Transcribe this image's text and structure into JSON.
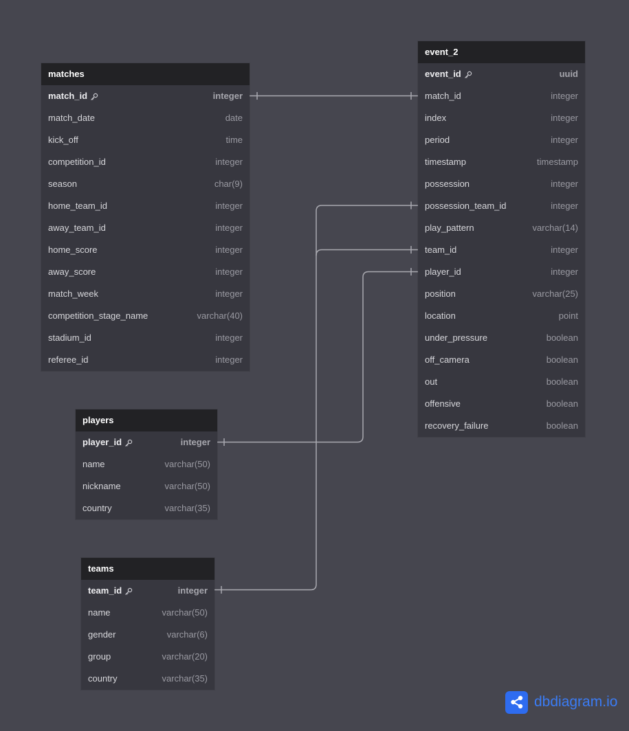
{
  "tables": {
    "matches": {
      "title": "matches",
      "rows": [
        {
          "name": "match_id",
          "type": "integer",
          "pk": true
        },
        {
          "name": "match_date",
          "type": "date"
        },
        {
          "name": "kick_off",
          "type": "time"
        },
        {
          "name": "competition_id",
          "type": "integer"
        },
        {
          "name": "season",
          "type": "char(9)"
        },
        {
          "name": "home_team_id",
          "type": "integer"
        },
        {
          "name": "away_team_id",
          "type": "integer"
        },
        {
          "name": "home_score",
          "type": "integer"
        },
        {
          "name": "away_score",
          "type": "integer"
        },
        {
          "name": "match_week",
          "type": "integer"
        },
        {
          "name": "competition_stage_name",
          "type": "varchar(40)"
        },
        {
          "name": "stadium_id",
          "type": "integer"
        },
        {
          "name": "referee_id",
          "type": "integer"
        }
      ]
    },
    "event_2": {
      "title": "event_2",
      "rows": [
        {
          "name": "event_id",
          "type": "uuid",
          "pk": true
        },
        {
          "name": "match_id",
          "type": "integer"
        },
        {
          "name": "index",
          "type": "integer"
        },
        {
          "name": "period",
          "type": "integer"
        },
        {
          "name": "timestamp",
          "type": "timestamp"
        },
        {
          "name": "possession",
          "type": "integer"
        },
        {
          "name": "possession_team_id",
          "type": "integer"
        },
        {
          "name": "play_pattern",
          "type": "varchar(14)"
        },
        {
          "name": "team_id",
          "type": "integer"
        },
        {
          "name": "player_id",
          "type": "integer"
        },
        {
          "name": "position",
          "type": "varchar(25)"
        },
        {
          "name": "location",
          "type": "point"
        },
        {
          "name": "under_pressure",
          "type": "boolean"
        },
        {
          "name": "off_camera",
          "type": "boolean"
        },
        {
          "name": "out",
          "type": "boolean"
        },
        {
          "name": "offensive",
          "type": "boolean"
        },
        {
          "name": "recovery_failure",
          "type": "boolean"
        }
      ]
    },
    "players": {
      "title": "players",
      "rows": [
        {
          "name": "player_id",
          "type": "integer",
          "pk": true
        },
        {
          "name": "name",
          "type": "varchar(50)"
        },
        {
          "name": "nickname",
          "type": "varchar(50)"
        },
        {
          "name": "country",
          "type": "varchar(35)"
        }
      ]
    },
    "teams": {
      "title": "teams",
      "rows": [
        {
          "name": "team_id",
          "type": "integer",
          "pk": true
        },
        {
          "name": "name",
          "type": "varchar(50)"
        },
        {
          "name": "gender",
          "type": "varchar(6)"
        },
        {
          "name": "group",
          "type": "varchar(20)"
        },
        {
          "name": "country",
          "type": "varchar(35)"
        }
      ]
    }
  },
  "brand": {
    "name": "dbdiagram",
    "suffix": ".io",
    "icon": "share-nodes-icon"
  },
  "colors": {
    "canvas": "#46464f",
    "header": "#222225",
    "table_body": "#37373f",
    "connector": "#a9a9b0",
    "brand": "#3b7cf5"
  }
}
